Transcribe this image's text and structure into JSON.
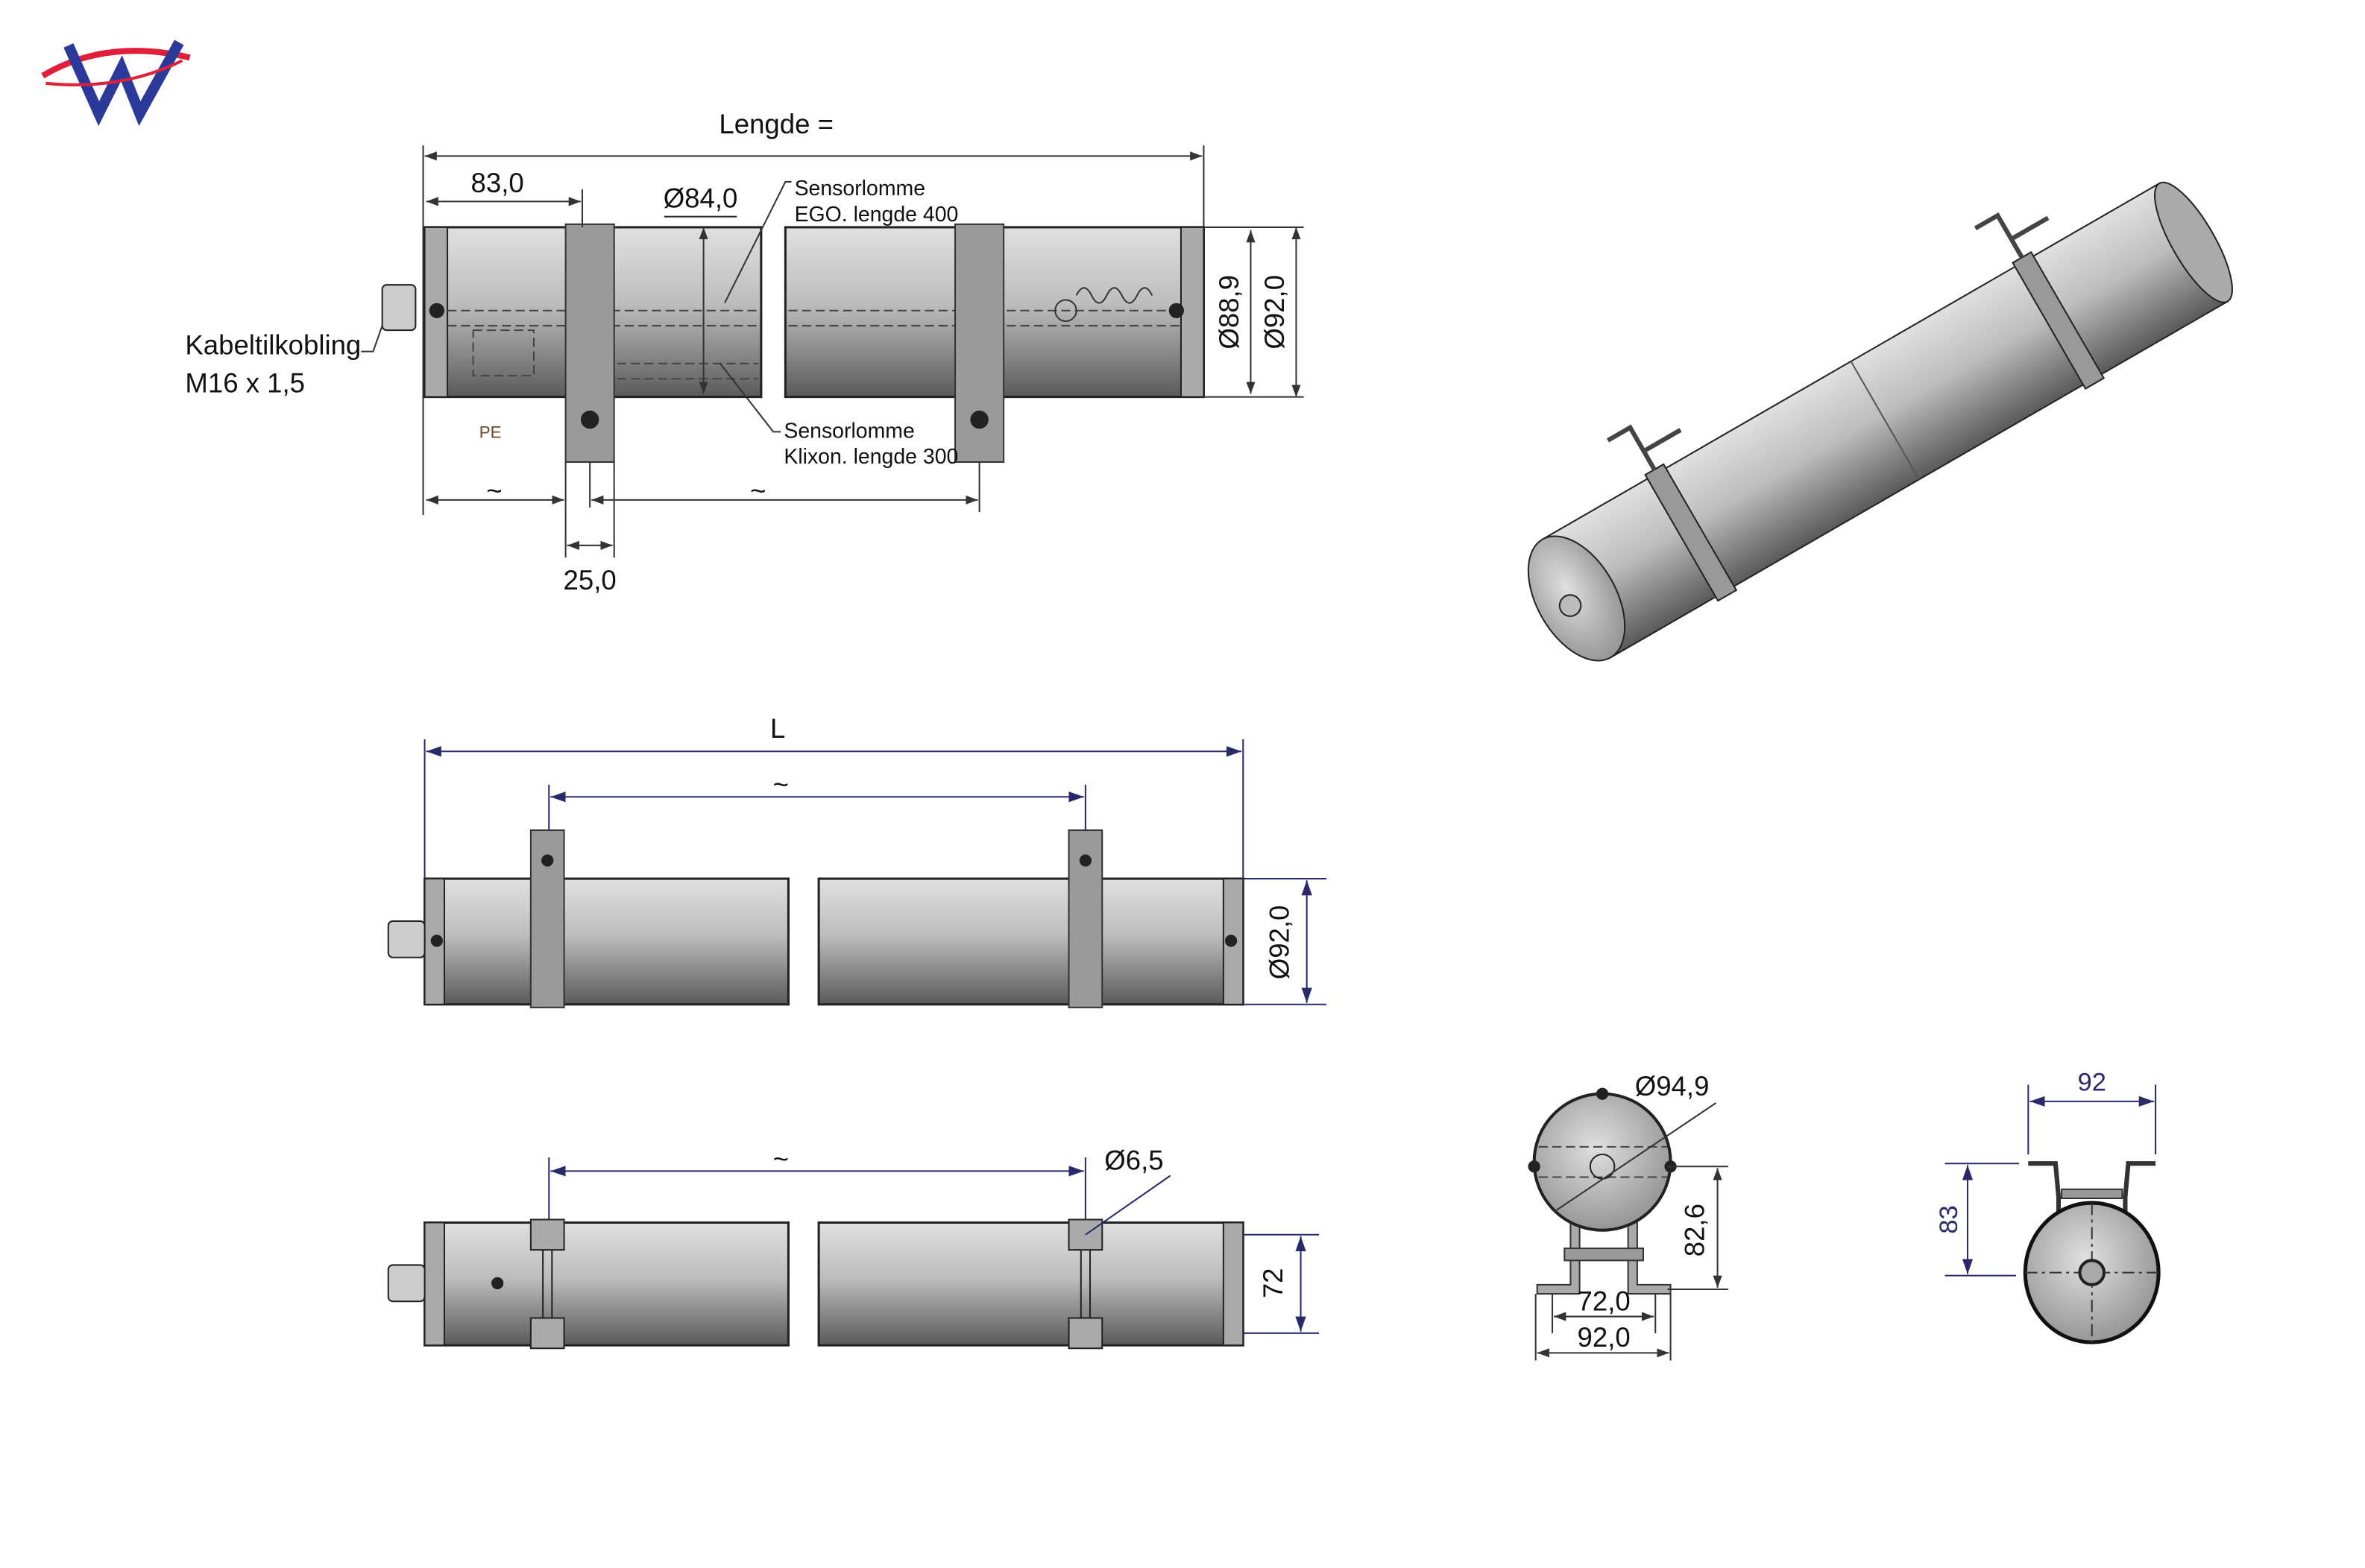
{
  "logo": {
    "text": "W"
  },
  "top_view": {
    "length_label": "Lengde =",
    "dim_83": "83,0",
    "dim_d84": "Ø84,0",
    "sensor_ego_line1": "Sensorlomme",
    "sensor_ego_line2": "EGO. lengde 400",
    "dim_d889": "Ø88,9",
    "dim_d92": "Ø92,0",
    "cable_line1": "Kabeltilkobling",
    "cable_line2": "M16 x 1,5",
    "pe_label": "PE",
    "sensor_klixon_line1": "Sensorlomme",
    "sensor_klixon_line2": "Klixon. lengde 300",
    "tilde_left": "~",
    "tilde_right": "~",
    "dim_25": "25,0"
  },
  "side_view": {
    "length_label": "L",
    "tilde": "~",
    "dim_d92": "Ø92,0"
  },
  "bottom_view": {
    "tilde": "~",
    "dim_d65": "Ø6,5",
    "dim_72": "72"
  },
  "end_view": {
    "dim_d949": "Ø94,9",
    "dim_826": "82,6",
    "dim_72": "72,0",
    "dim_92": "92,0"
  },
  "end_view_2": {
    "dim_92": "92",
    "dim_83": "83"
  },
  "colors": {
    "dim_blue": "#2a2a6a",
    "logo_blue": "#2b3a9a",
    "logo_red": "#e0203a"
  }
}
